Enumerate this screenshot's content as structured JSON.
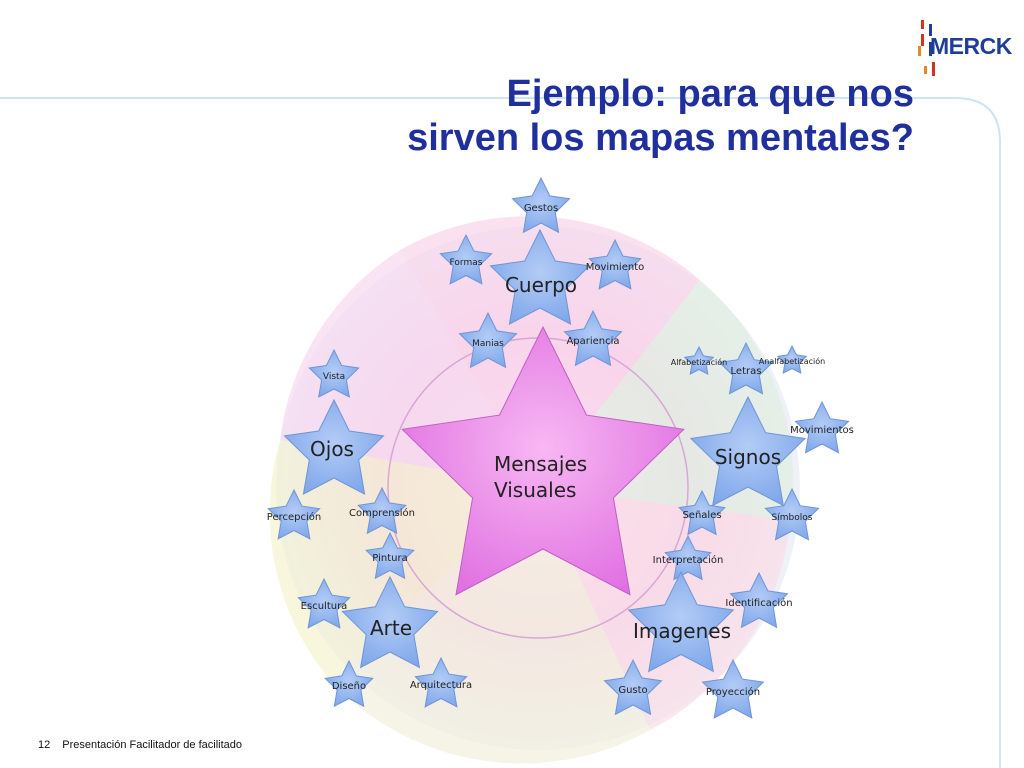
{
  "slide": {
    "title_line1": "Ejemplo: para que nos",
    "title_line2": "sirven los mapas mentales?",
    "logo_text": "MERCK",
    "page_number": "12",
    "footer_text": "Presentación Facilitador de facilitado"
  },
  "center": {
    "line1": "Mensajes",
    "line2": "Visuales"
  },
  "hubs": [
    {
      "label": "Cuerpo"
    },
    {
      "label": "Ojos"
    },
    {
      "label": "Signos"
    },
    {
      "label": "Arte"
    },
    {
      "label": "Imagenes"
    }
  ],
  "leaves": [
    {
      "label": "Gestos"
    },
    {
      "label": "Formas"
    },
    {
      "label": "Movimiento"
    },
    {
      "label": "Manias"
    },
    {
      "label": "Apariencia"
    },
    {
      "label": "Vista"
    },
    {
      "label": "Percepción"
    },
    {
      "label": "Comprensión"
    },
    {
      "label": "Alfabetización"
    },
    {
      "label": "Letras"
    },
    {
      "label": "Analfabetización"
    },
    {
      "label": "Movimientos"
    },
    {
      "label": "Señales"
    },
    {
      "label": "Símbolos"
    },
    {
      "label": "Pintura"
    },
    {
      "label": "Escultura"
    },
    {
      "label": "Diseño"
    },
    {
      "label": "Arquitectura"
    },
    {
      "label": "Interpretación"
    },
    {
      "label": "Identificación"
    },
    {
      "label": "Gusto"
    },
    {
      "label": "Proyección"
    }
  ],
  "colors": {
    "title": "#1f2f9c",
    "logo": "#1f3f97",
    "logo_accent": "#d6301f",
    "center_star": "#e884e8",
    "node_star": "#8fb4ee",
    "frame_line": "#cfe3f3"
  }
}
